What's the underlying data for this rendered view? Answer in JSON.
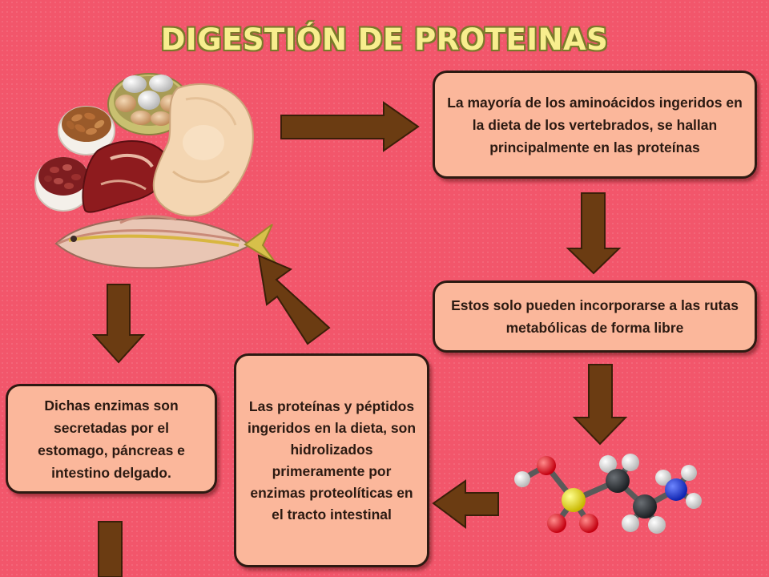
{
  "title": "DIGESTIÓN DE PROTEINAS",
  "boxes": {
    "aminoacids": "La mayoría de los aminoácidos ingeridos en la dieta de los vertebrados, se hallan principalmente en las proteínas",
    "free_form": "Estos solo pueden incorporarse a las rutas metabólicas de forma libre",
    "hydrolysis": "Las proteínas y péptidos ingeridos en la dieta, son hidrolizados primeramente por enzimas proteolíticas en el tracto intestinal",
    "enzymes": "Dichas enzimas son secretadas por el estomago, páncreas e intestino delgado."
  },
  "colors": {
    "background": "#f2566b",
    "box_fill": "#fbb79b",
    "arrow": "#6b3c12",
    "title": "#f8ee8e"
  },
  "icons": {
    "food": "protein-foods-picture",
    "molecule": "amino-acid-molecule-model"
  }
}
